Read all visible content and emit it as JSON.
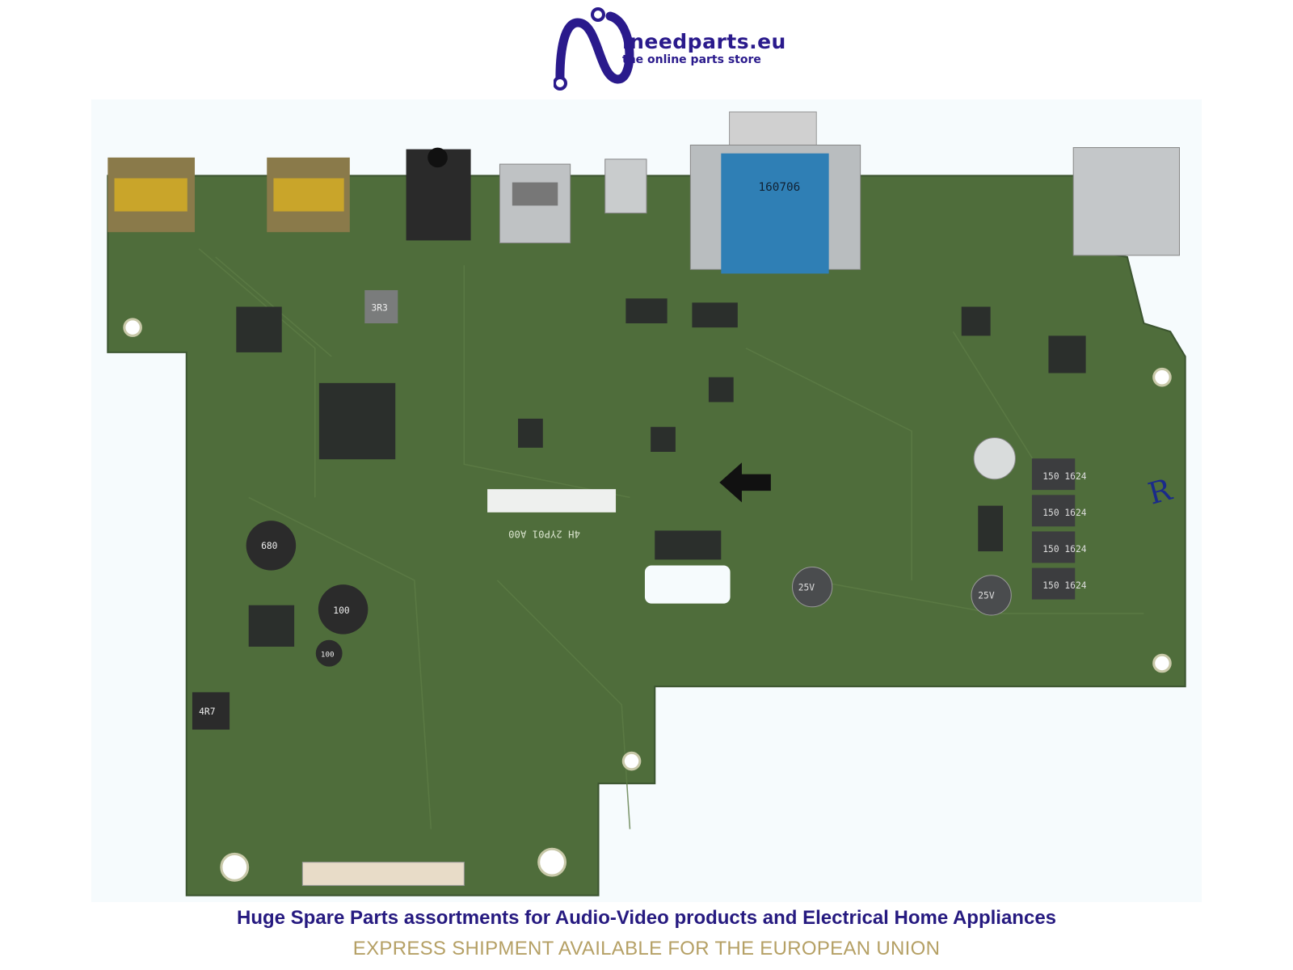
{
  "logo": {
    "name": "ineedparts.eu",
    "tagline": "the online parts store",
    "color": "#2a1a8c"
  },
  "board": {
    "vga_marking": "160706",
    "board_label": "4H 2YP01 A00",
    "inductor_markings": [
      "150 1624",
      "150 1624",
      "150 1624",
      "150 1624"
    ],
    "capacitor_markings": [
      "25V",
      "25V"
    ],
    "small_inductors": [
      "3R3",
      "4R7",
      "100",
      "100",
      "680"
    ],
    "handwritten_mark": "R",
    "colors": {
      "pcb": "#4d6b3a",
      "connector_blue": "#2f7fb5",
      "hdmi_gold": "#c9a52a"
    }
  },
  "footer": {
    "headline": "Huge Spare Parts assortments for Audio-Video products and Electrical Home Appliances",
    "subline": "EXPRESS SHIPMENT AVAILABLE FOR THE EUROPEAN UNION",
    "headline_color": "#261a80",
    "subline_color": "#b5a065"
  }
}
